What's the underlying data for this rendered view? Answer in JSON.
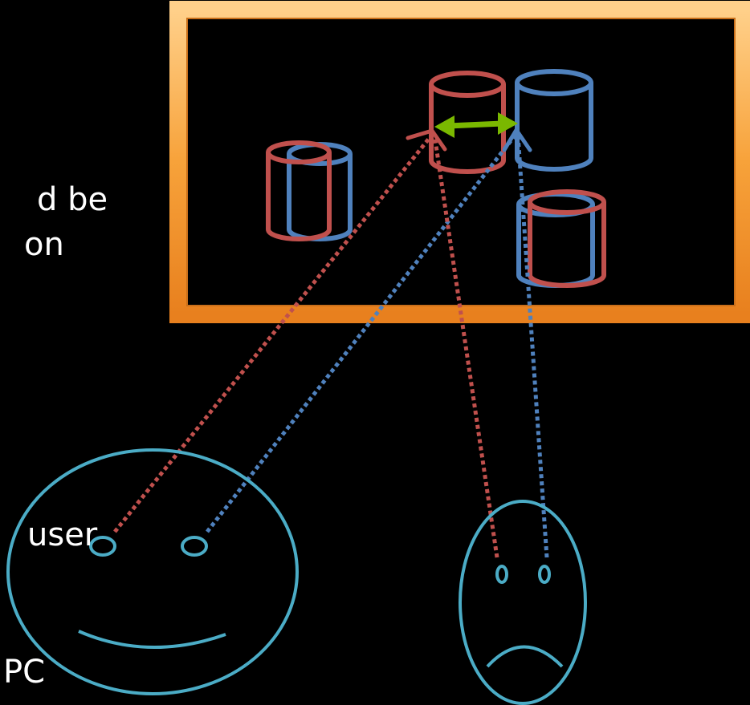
{
  "text_fragments": {
    "line1": "d be",
    "line2": "on",
    "line3": "user",
    "line4": "PC"
  },
  "colors": {
    "background": "#000000",
    "frame_orange": "#f7a23a",
    "red": "#c0504d",
    "blue": "#4f81bd",
    "green": "#7ab800",
    "face": "#4bacc6",
    "text": "#ffffff"
  },
  "icons": {
    "frame": "window-frame",
    "happy_face": "smiling-face-icon",
    "sad_face": "frowning-face-icon",
    "cylinder": "database-cylinder-icon"
  }
}
